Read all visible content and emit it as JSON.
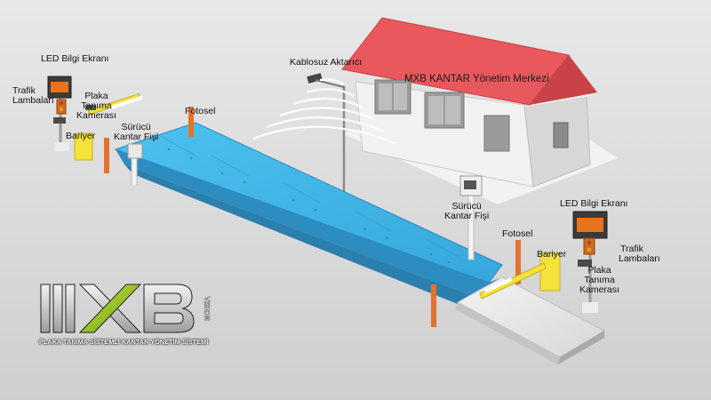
{
  "labels": {
    "led_left": "LED Bilgi Ekranı",
    "trafik_left_1": "Trafik",
    "trafik_left_2": "Lambaları",
    "plaka_left_1": "Plaka",
    "plaka_left_2": "Tanıma",
    "plaka_left_3": "Kamerası",
    "bariyer_left": "Bariyer",
    "surucu_left_1": "Sürücü",
    "surucu_left_2": "Kantar Fişi",
    "fotosel_left": "Fotosel",
    "kablosuz": "Kablosuz Aktarıcı",
    "merkez": "MXB KANTAR Yönetim Merkezi",
    "surucu_right_1": "Sürücü",
    "surucu_right_2": "Kantar Fişi",
    "fotosel_right": "Fotosel",
    "bariyer_right": "Bariyer",
    "led_right": "LED Bilgi Ekranı",
    "trafik_right_1": "Trafik",
    "trafik_right_2": "Lambaları",
    "plaka_right_1": "Plaka",
    "plaka_right_2": "Tanıma",
    "plaka_right_3": "Kamerası"
  },
  "logo": {
    "vision": "VISION",
    "tagline": "PLAKA TANIMA SİSTEMLİ KANTAR YÖNETİM SİSTEMİ",
    "letters_desc": "MXB"
  },
  "colors": {
    "background": "#d9d9d9",
    "roof": "#e8585c",
    "scale_platform": "#3fb3e6",
    "barrier": "#f5e23a",
    "pole": "#e2732e"
  }
}
